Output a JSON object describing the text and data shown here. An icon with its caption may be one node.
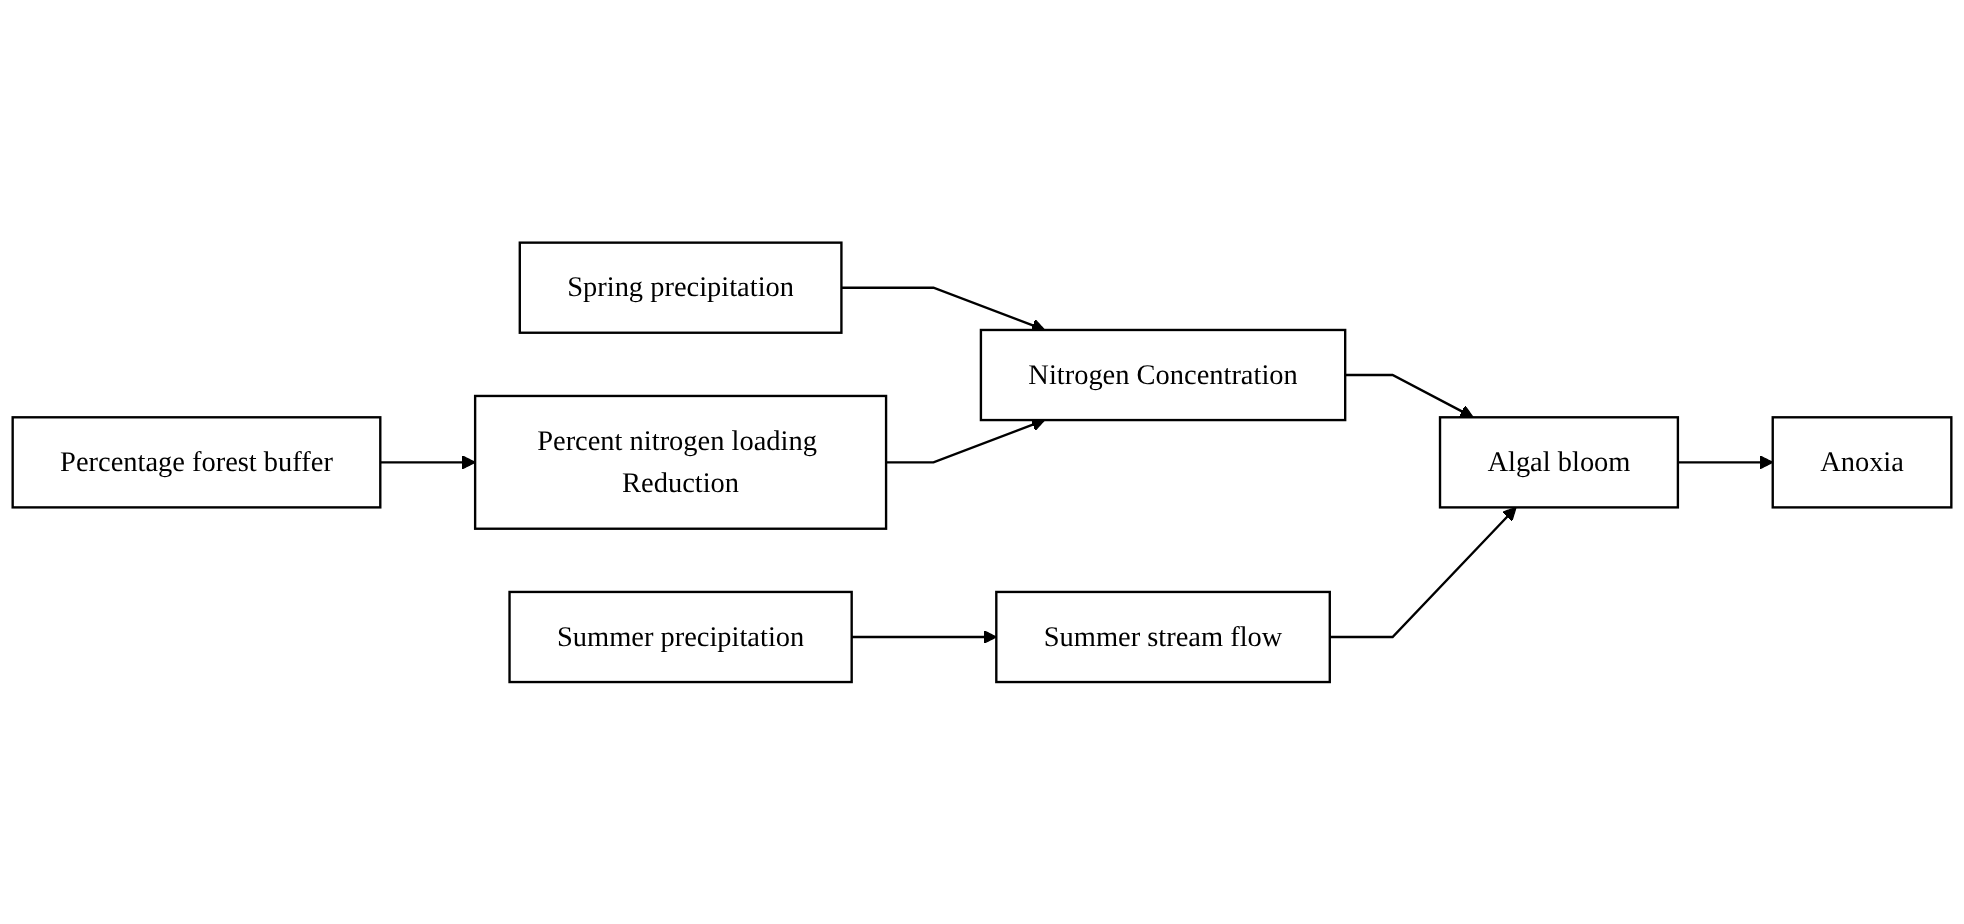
{
  "diagram": {
    "nodes": [
      {
        "text": [
          "Percentage forest buffer"
        ]
      },
      {
        "text": [
          "Spring precipitation"
        ]
      },
      {
        "text": [
          "Percent nitrogen loading Reduction"
        ]
      },
      {
        "text": [
          "Nitrogen Concentration"
        ]
      },
      {
        "text": [
          "Summer stream flow"
        ]
      },
      {
        "text": [
          "Algal bloom"
        ]
      },
      {
        "text": [
          "Summer precipitation"
        ]
      },
      {
        "text": [
          "Anoxia"
        ]
      }
    ],
    "edges": [
      {
        "from": 0,
        "to": 2,
        "arrow": "to"
      },
      {
        "from": 1,
        "to": 3,
        "arrow": "to"
      },
      {
        "from": 2,
        "to": 3,
        "arrow": "to"
      },
      {
        "from": 3,
        "to": 5,
        "arrow": "to"
      },
      {
        "from": 4,
        "to": 5,
        "arrow": "to"
      },
      {
        "from": 6,
        "to": 4,
        "arrow": "to"
      },
      {
        "from": 5,
        "to": 7,
        "arrow": "to"
      }
    ]
  }
}
